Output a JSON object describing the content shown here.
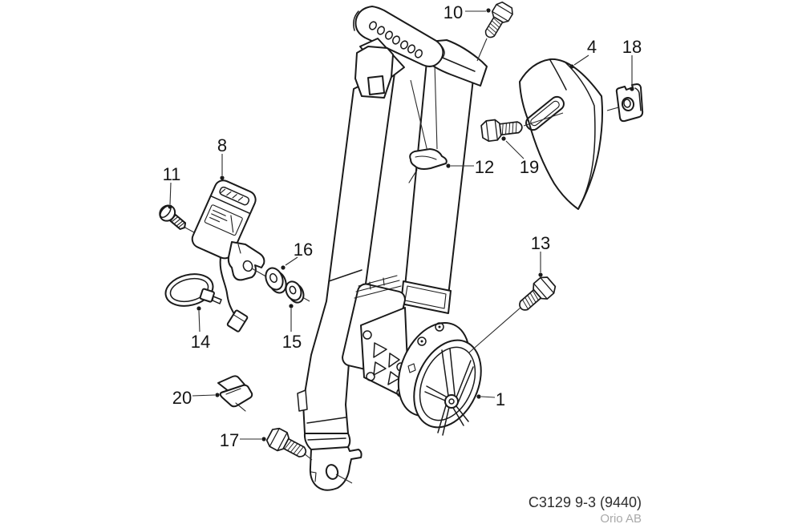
{
  "footer": {
    "code": "C3129 9-3 (9440)",
    "publisher": "Orio AB"
  },
  "colors": {
    "line": "#1a1a1a",
    "leader": "#2b2b2b",
    "label": "#141414",
    "muted": "#a9a9a9",
    "background": "#ffffff"
  },
  "callouts": [
    {
      "n": "1",
      "t": [
        624,
        498
      ],
      "l": [
        617,
        496,
        600,
        495
      ],
      "d": [
        597,
        495
      ]
    },
    {
      "n": "4",
      "t": [
        738,
        58
      ],
      "l": [
        734,
        69,
        716,
        81
      ],
      "d": [
        713,
        83
      ]
    },
    {
      "n": "8",
      "t": [
        277,
        181
      ],
      "l": [
        277,
        192,
        277,
        219
      ],
      "d": [
        277,
        222
      ]
    },
    {
      "n": "10",
      "t": [
        565,
        15
      ],
      "l": [
        580,
        14,
        606,
        14
      ],
      "d": [
        609,
        13
      ]
    },
    {
      "n": "11",
      "t": [
        214,
        217
      ],
      "l": [
        213,
        228,
        212,
        255
      ],
      "d": [
        212,
        258
      ]
    },
    {
      "n": "12",
      "t": [
        604,
        208
      ],
      "l": [
        591,
        207,
        562,
        207
      ],
      "d": [
        559,
        207
      ]
    },
    {
      "n": "13",
      "t": [
        674,
        303
      ],
      "l": [
        674,
        314,
        674,
        340
      ],
      "d": [
        674,
        343
      ]
    },
    {
      "n": "14",
      "t": [
        250,
        426
      ],
      "l": [
        249,
        414,
        248,
        388
      ],
      "d": [
        248,
        385
      ]
    },
    {
      "n": "15",
      "t": [
        364,
        426
      ],
      "l": [
        363,
        414,
        363,
        385
      ],
      "d": [
        363,
        382
      ]
    },
    {
      "n": "16",
      "t": [
        378,
        311
      ],
      "l": [
        371,
        321,
        356,
        331
      ],
      "d": [
        353,
        334
      ]
    },
    {
      "n": "17",
      "t": [
        286,
        549
      ],
      "l": [
        299,
        548,
        326,
        548
      ],
      "d": [
        329,
        548
      ]
    },
    {
      "n": "18",
      "t": [
        788,
        58
      ],
      "l": [
        788,
        69,
        788,
        108
      ],
      "d": [
        788,
        111
      ]
    },
    {
      "n": "19",
      "t": [
        660,
        208
      ],
      "l": [
        653,
        198,
        631,
        176
      ],
      "d": [
        628,
        173
      ]
    },
    {
      "n": "20",
      "t": [
        227,
        496
      ],
      "l": [
        240,
        494,
        268,
        493
      ],
      "d": [
        271,
        493
      ]
    }
  ]
}
